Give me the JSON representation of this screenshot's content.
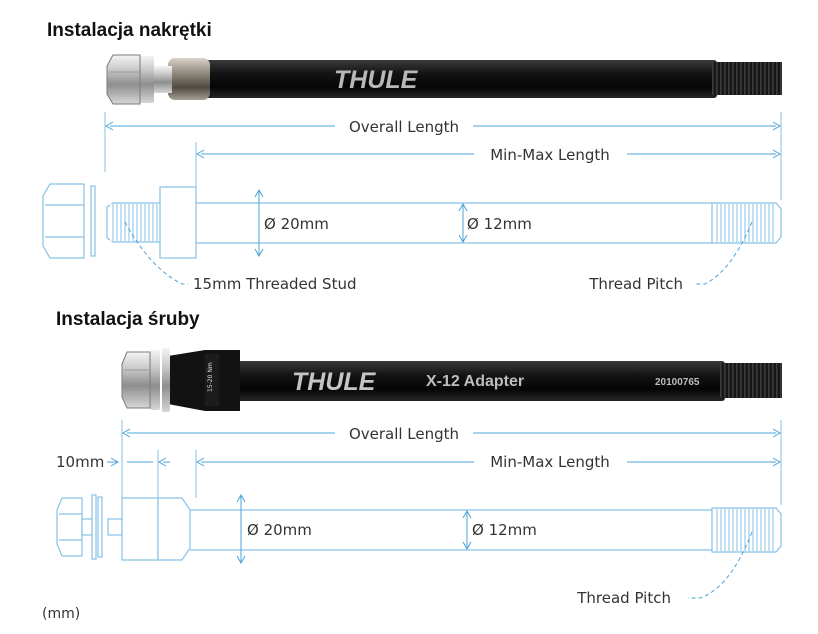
{
  "sections": {
    "nut": {
      "title": "Instalacja nakrętki"
    },
    "bolt": {
      "title": "Instalacja śruby"
    }
  },
  "product": {
    "brand": "THULE",
    "model": "X-12 Adapter",
    "serial": "20100765",
    "torque_marking": "15-20 Nm"
  },
  "labels": {
    "overall_length": "Overall Length",
    "min_max_length": "Min-Max Length",
    "diameter_large": "Ø 20mm",
    "diameter_small": "Ø 12mm",
    "threaded_stud": "15mm Threaded Stud",
    "thread_pitch": "Thread Pitch",
    "head_length": "10mm",
    "units": "(mm)"
  },
  "colors": {
    "dimension_line": "#4aa3d8",
    "drawing_outline": "#87c1e6",
    "axle_body": "#0e0e0e",
    "text": "#333333"
  }
}
